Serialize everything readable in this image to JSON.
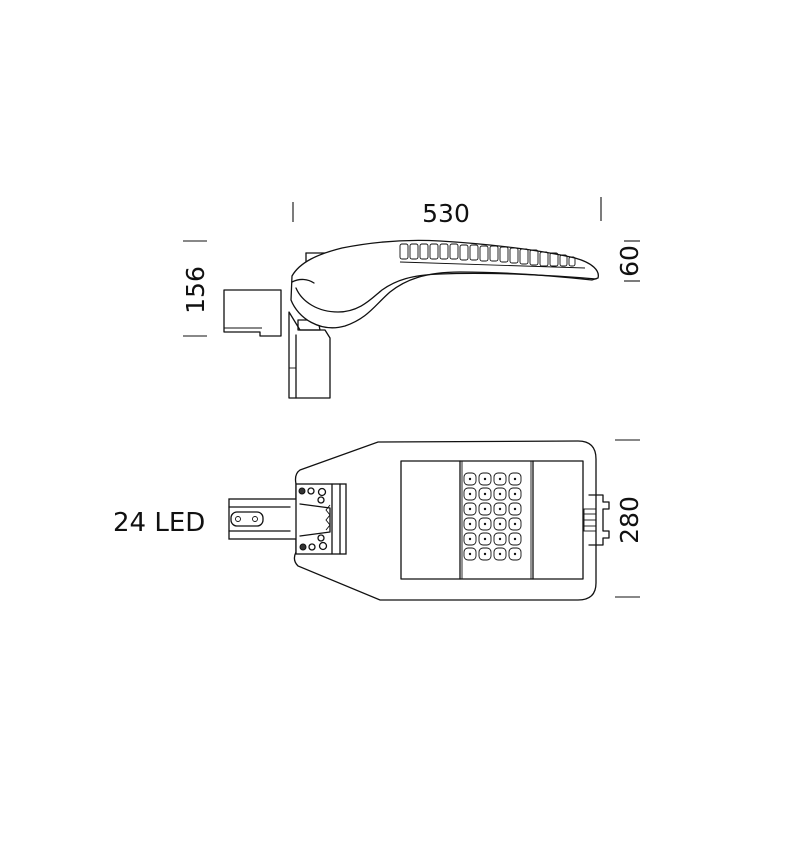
{
  "dimensions": {
    "length": "530",
    "side_height": "156",
    "head_height": "60",
    "width": "280"
  },
  "led_label": "24 LED"
}
